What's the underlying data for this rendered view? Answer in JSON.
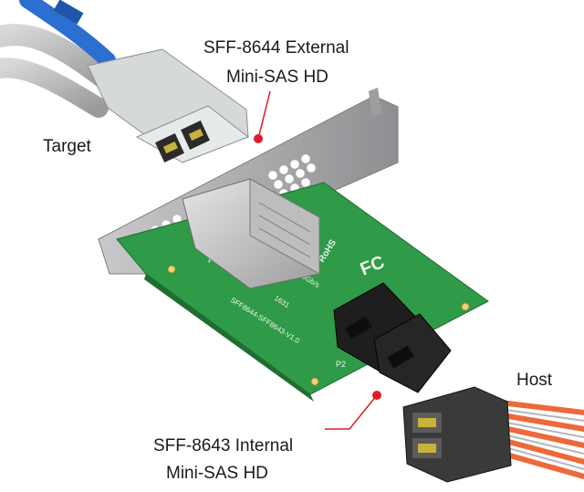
{
  "labels": {
    "external_line1": "SFF-8644 External",
    "external_line2": "Mini-SAS HD",
    "target": "Target",
    "internal_line1": "SFF-8643 Internal",
    "internal_line2": "Mini-SAS HD",
    "host": "Host"
  },
  "board_markings": {
    "p1": "P1",
    "p2": "P2",
    "model": "SFF8644-SFF8643-V1.0",
    "code": "1631",
    "speed": "6Gb/s",
    "rohs": "RoHS",
    "fc": "FC"
  },
  "colors": {
    "pointer_red": "#e21b24",
    "pcb_green": "#2f9a47",
    "bracket_gray": "#b9b9bb",
    "cable_blue": "#2b6fd1",
    "host_wire_orange": "#ec6a3a"
  }
}
